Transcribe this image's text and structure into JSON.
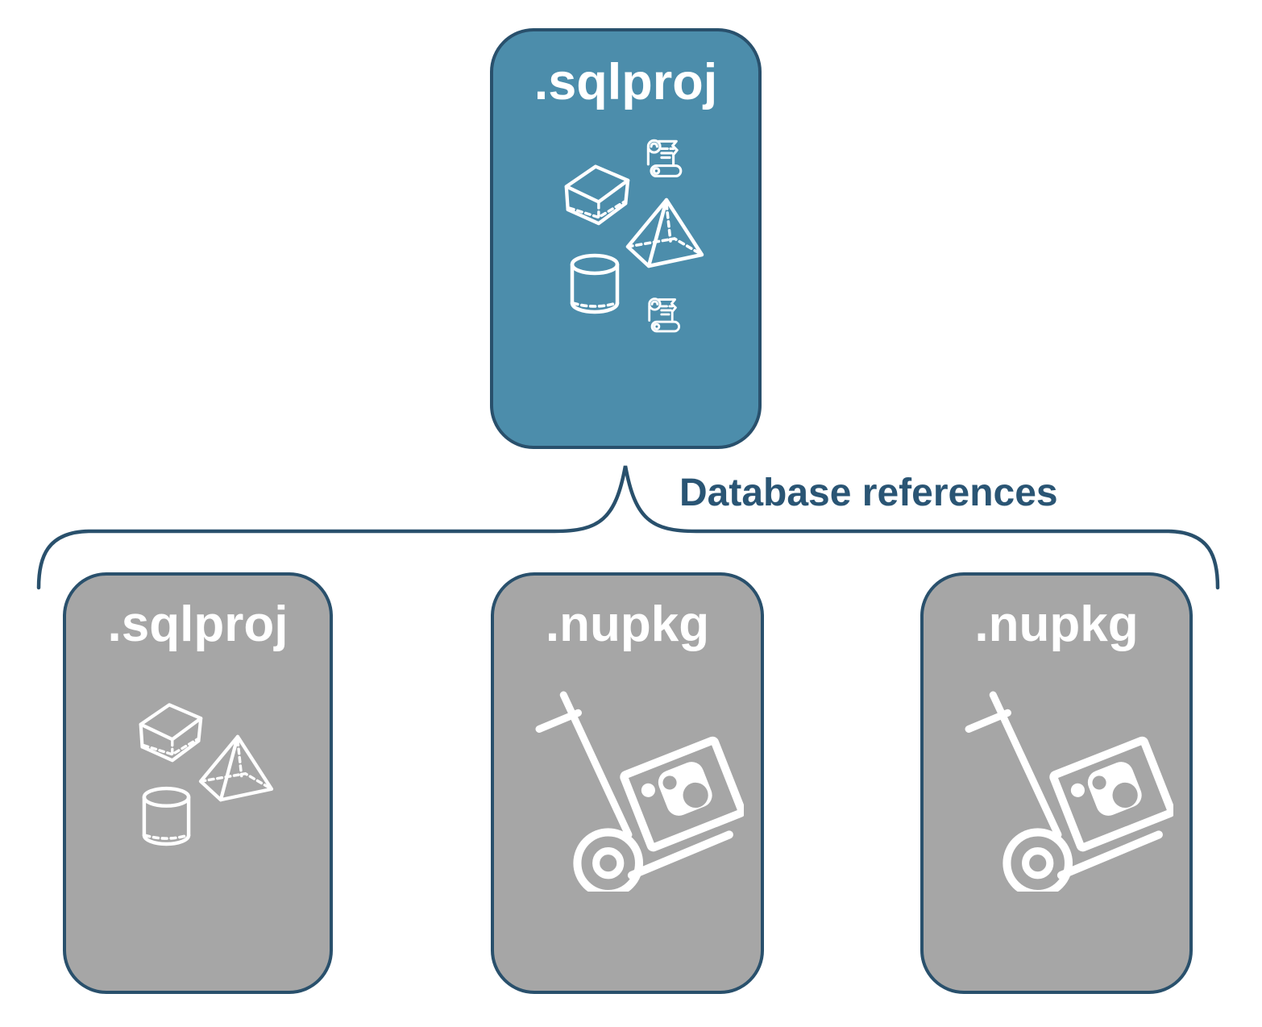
{
  "root_card": {
    "label": ".sqlproj",
    "icons": [
      "script-scroll-icon",
      "cube-icon",
      "pyramid-icon",
      "cylinder-icon",
      "script-scroll-icon"
    ]
  },
  "connector": {
    "label": "Database references",
    "shape": "curly-brace-down"
  },
  "child_cards": [
    {
      "label": ".sqlproj",
      "icons": [
        "cube-icon",
        "pyramid-icon",
        "cylinder-icon"
      ]
    },
    {
      "label": ".nupkg",
      "icons": [
        "package-handtruck-icon"
      ]
    },
    {
      "label": ".nupkg",
      "icons": [
        "package-handtruck-icon"
      ]
    }
  ],
  "colors": {
    "root_fill": "#4C8DAB",
    "child_fill": "#A6A6A6",
    "outline": "#29506C",
    "label_text": "#2A5574",
    "card_label": "#FFFFFF",
    "icon_stroke": "#FFFFFF",
    "background": "#FFFFFF"
  }
}
